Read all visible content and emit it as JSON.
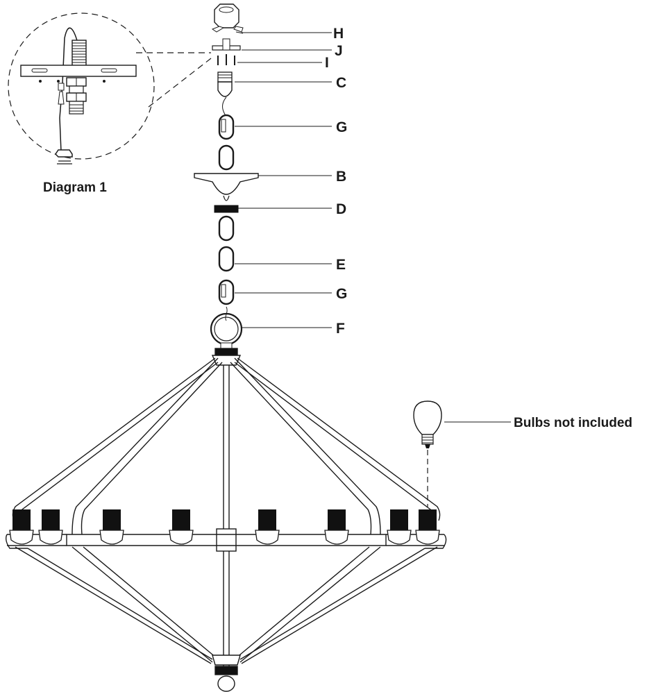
{
  "diagram": {
    "inset_caption": "Diagram 1",
    "bulb_note": "Bulbs not included",
    "part_labels": {
      "H": "H",
      "J": "J",
      "I": "I",
      "C": "C",
      "G_upper": "G",
      "B": "B",
      "D": "D",
      "E": "E",
      "G_lower": "G",
      "F": "F"
    },
    "socket_count": 8,
    "colors": {
      "line": "#1a1a1a",
      "socket": "#111111",
      "background": "#ffffff"
    }
  }
}
